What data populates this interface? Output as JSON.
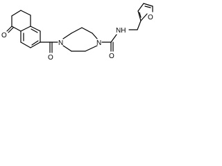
{
  "molecule": {
    "atom_labels": {
      "ketone_oxygen": "O",
      "amide_carbonyl_oxygen_1": "O",
      "ring_nitrogen_1": "N",
      "ring_nitrogen_2": "N",
      "amide_nh": "NH",
      "amide_carbonyl_oxygen_2": "O",
      "furan_oxygen": "O"
    },
    "colors": {
      "bond": "#000000",
      "label": "#000000",
      "background": "#ffffff"
    }
  }
}
